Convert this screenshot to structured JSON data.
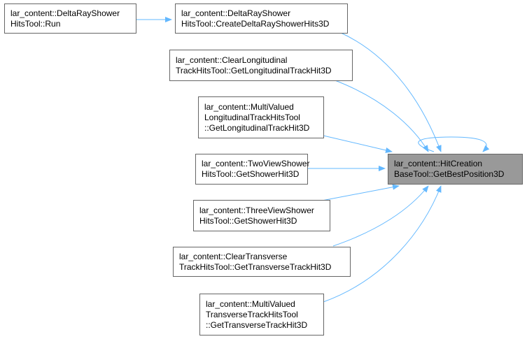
{
  "nodes": {
    "run": [
      "lar_content::DeltaRayShower",
      "HitsTool::Run"
    ],
    "create_delta": [
      "lar_content::DeltaRayShower",
      "HitsTool::CreateDeltaRayShowerHits3D"
    ],
    "clear_longitudinal": [
      "lar_content::ClearLongitudinal",
      "TrackHitsTool::GetLongitudinalTrackHit3D"
    ],
    "multivalued_longitudinal": [
      "lar_content::MultiValued",
      "LongitudinalTrackHitsTool",
      "::GetLongitudinalTrackHit3D"
    ],
    "two_view": [
      "lar_content::TwoViewShower",
      "HitsTool::GetShowerHit3D"
    ],
    "three_view": [
      "lar_content::ThreeViewShower",
      "HitsTool::GetShowerHit3D"
    ],
    "clear_transverse": [
      "lar_content::ClearTransverse",
      "TrackHitsTool::GetTransverseTrackHit3D"
    ],
    "multivalued_transverse": [
      "lar_content::MultiValued",
      "TransverseTrackHitsTool",
      "::GetTransverseTrackHit3D"
    ],
    "hit_creation": [
      "lar_content::HitCreation",
      "BaseTool::GetBestPosition3D"
    ]
  },
  "colors": {
    "edge": "#63b8ff",
    "border": "#666666",
    "focus_fill": "#999999"
  }
}
